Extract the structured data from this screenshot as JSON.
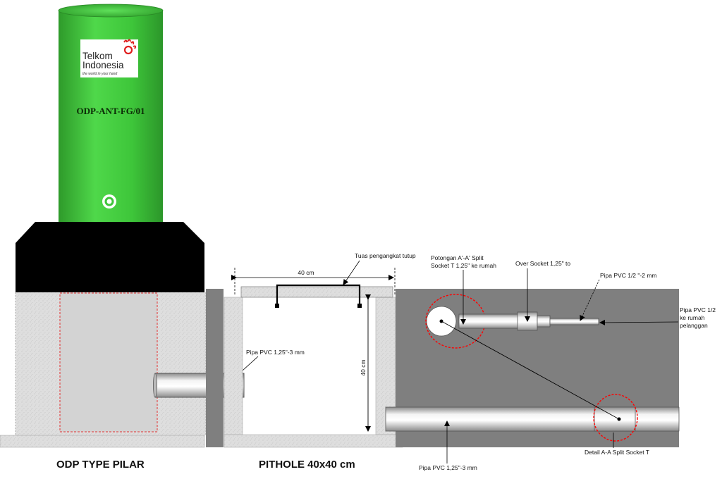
{
  "odp": {
    "code": "ODP-ANT-FG/01",
    "caption": "ODP TYPE PILAR",
    "logo": {
      "line1": "Telkom",
      "line2": "Indonesia",
      "tagline": "the world in your hand",
      "icon": "telkom-flame-logo"
    },
    "pipe_label": "Pipa PVC 1,25\"-3 mm"
  },
  "pithole": {
    "caption": "PITHOLE 40x40 cm",
    "lever_label": "Tuas pengangkat tutup",
    "width_label": "40 cm",
    "depth_label": "40 cm"
  },
  "detail": {
    "section_label_line1": "Potongan A'-A' Split",
    "section_label_line2": "Socket T 1,25\"  ke rumah",
    "over_socket_label": "Over Socket 1,25\" to",
    "pipe_half_label": "Pipa PVC 1/2 \"-2 mm",
    "home_pipe_line1": "Pipa PVC 1/2",
    "home_pipe_line2": "ke rumah",
    "home_pipe_line3": "pelanggan",
    "split_socket_label": "Detail A-A Split Socket T",
    "main_pipe_label": "Pipa PVC 1,25\"-3 mm"
  },
  "colors": {
    "odp_green": "#3ec63a",
    "odp_base": "#000000",
    "ground": "#7f7f7f",
    "concrete": "#d9d9d9",
    "highlight": "#ff0000"
  }
}
